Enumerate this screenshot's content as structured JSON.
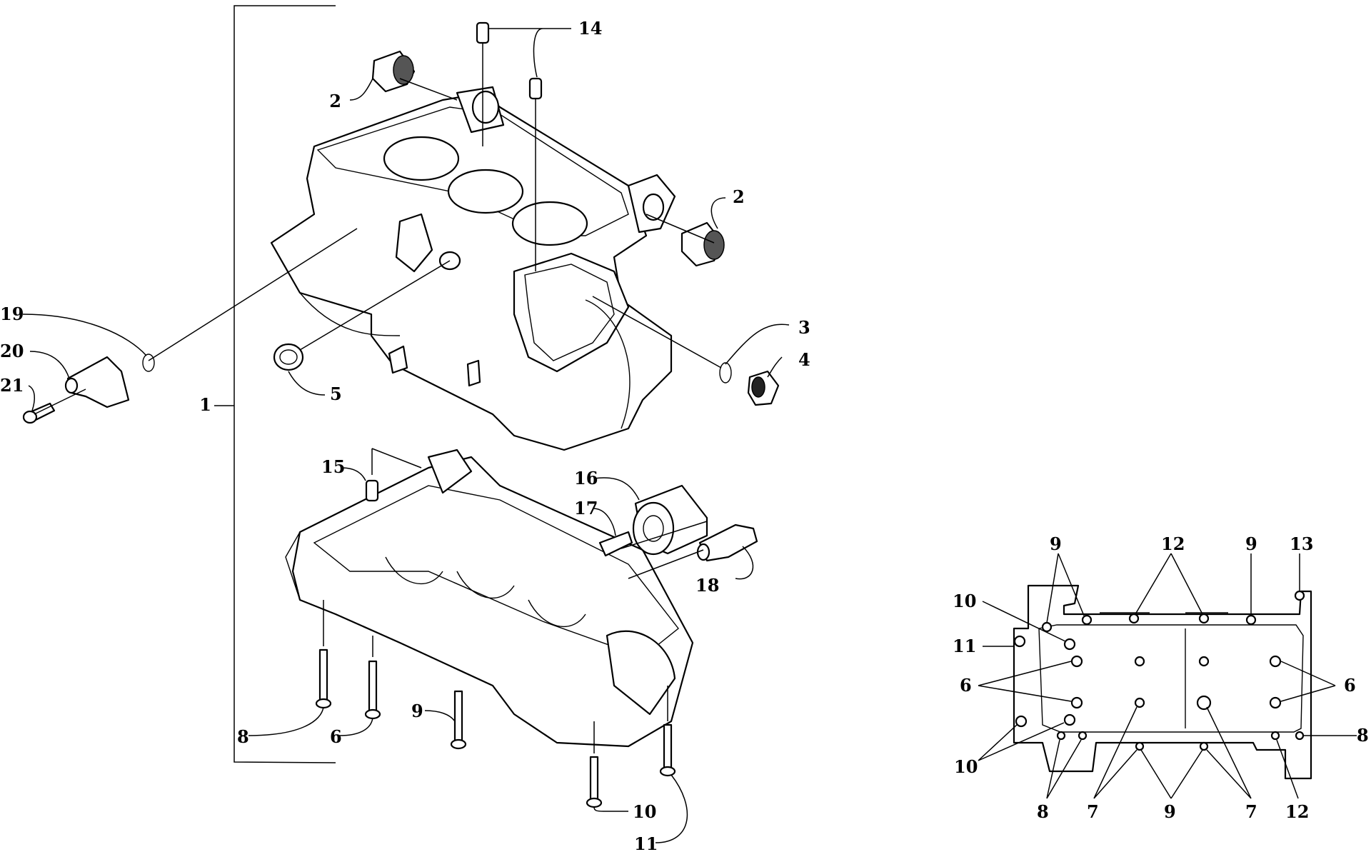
{
  "callouts": {
    "c1": "1",
    "c2a": "2",
    "c2b": "2",
    "c3": "3",
    "c4": "4",
    "c5": "5",
    "c6": "6",
    "c8": "8",
    "c9": "9",
    "c10": "10",
    "c11": "11",
    "c14": "14",
    "c15": "15",
    "c16": "16",
    "c17": "17",
    "c18": "18",
    "c19": "19",
    "c20": "20",
    "c21": "21"
  },
  "bolt_map": {
    "c9a": "9",
    "c12a": "12",
    "c9b": "9",
    "c13": "13",
    "c10a": "10",
    "c11": "11",
    "c6a": "6",
    "c6b": "6",
    "c8a": "8",
    "c10b": "10",
    "c8b": "8",
    "c7a": "7",
    "c9c": "9",
    "c7b": "7",
    "c12b": "12"
  }
}
